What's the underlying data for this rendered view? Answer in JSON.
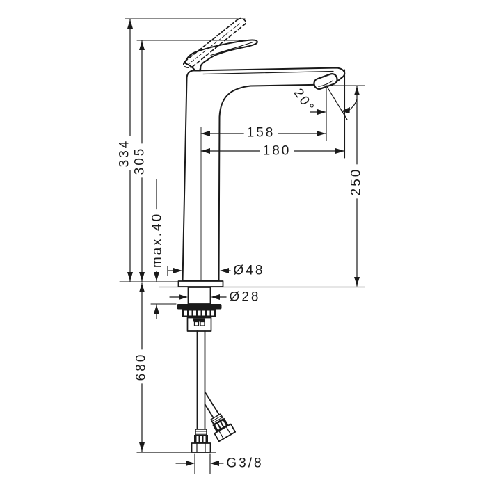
{
  "drawing": {
    "kind": "technical-dimension-drawing",
    "subject": "single-lever highriser basin mixer faucet with supply hoses",
    "units": "mm"
  },
  "labels": {
    "total_height": "334",
    "height_to_lever": "305",
    "max_deck_thickness": "max.40",
    "reach_aerator": "158",
    "reach_total": "180",
    "spout_height": "250",
    "aerator_angle": "20°",
    "base_diameter": "Ø48",
    "shank_diameter": "Ø28",
    "hose_length": "680",
    "connection_thread": "G3/8"
  },
  "colors": {
    "line": "#1a1a1a",
    "deck_line": "#999999",
    "background": "#ffffff"
  }
}
